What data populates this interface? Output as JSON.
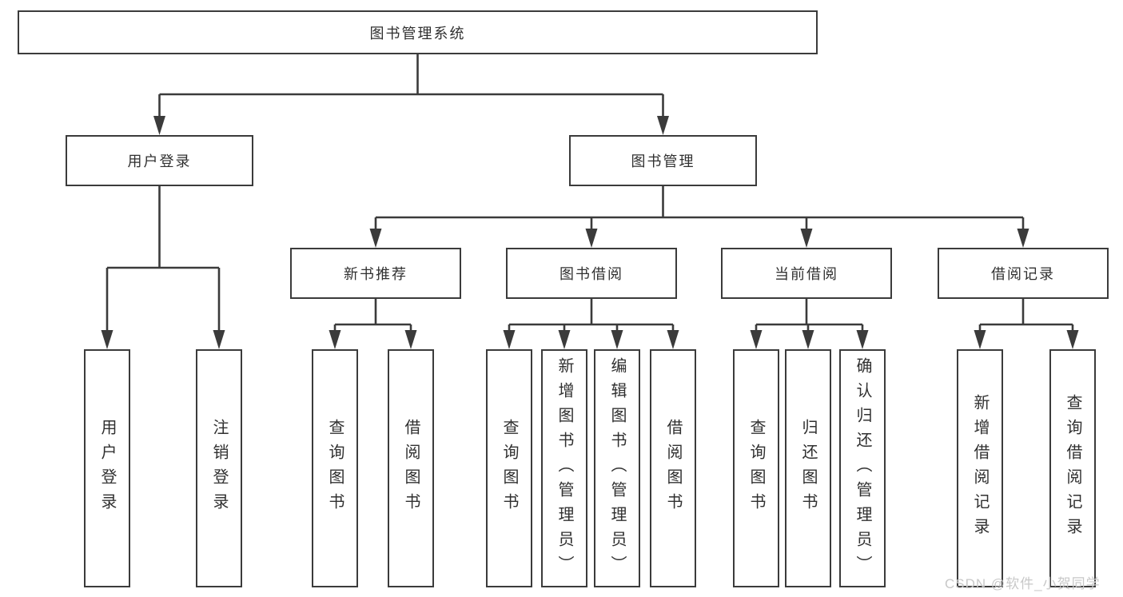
{
  "root": {
    "label": "图书管理系统"
  },
  "level2": {
    "user_login": {
      "label": "用户登录"
    },
    "book_management": {
      "label": "图书管理"
    }
  },
  "level3": {
    "new_book_recommend": {
      "label": "新书推荐"
    },
    "book_borrow": {
      "label": "图书借阅"
    },
    "current_borrow": {
      "label": "当前借阅"
    },
    "borrow_record": {
      "label": "借阅记录"
    }
  },
  "leaves": {
    "login": {
      "label": "用户登录"
    },
    "logout": {
      "label": "注销登录"
    },
    "recommend_query_book": {
      "label": "查询图书"
    },
    "recommend_borrow_book": {
      "label": "借阅图书"
    },
    "borrow_query_book": {
      "label": "查询图书"
    },
    "add_book_admin": {
      "label": "新增图书（管理员）"
    },
    "edit_book_admin": {
      "label": "编辑图书（管理员）"
    },
    "borrow_borrow_book": {
      "label": "借阅图书"
    },
    "current_query_book": {
      "label": "查询图书"
    },
    "return_book": {
      "label": "归还图书"
    },
    "confirm_return_admin": {
      "label": "确认归还（管理员）"
    },
    "add_borrow_record": {
      "label": "新增借阅记录"
    },
    "query_borrow_record": {
      "label": "查询借阅记录"
    }
  },
  "hierarchy": {
    "图书管理系统": {
      "用户登录": [
        "用户登录",
        "注销登录"
      ],
      "图书管理": {
        "新书推荐": [
          "查询图书",
          "借阅图书"
        ],
        "图书借阅": [
          "查询图书",
          "新增图书（管理员）",
          "编辑图书（管理员）",
          "借阅图书"
        ],
        "当前借阅": [
          "查询图书",
          "归还图书",
          "确认归还（管理员）"
        ],
        "借阅记录": [
          "新增借阅记录",
          "查询借阅记录"
        ]
      }
    }
  },
  "watermark": {
    "text": "CSDN @软件_小贺同学"
  },
  "colors": {
    "line": "#3b3b3b",
    "text": "#303030",
    "watermark": "#c8c8c8",
    "background": "#ffffff"
  }
}
